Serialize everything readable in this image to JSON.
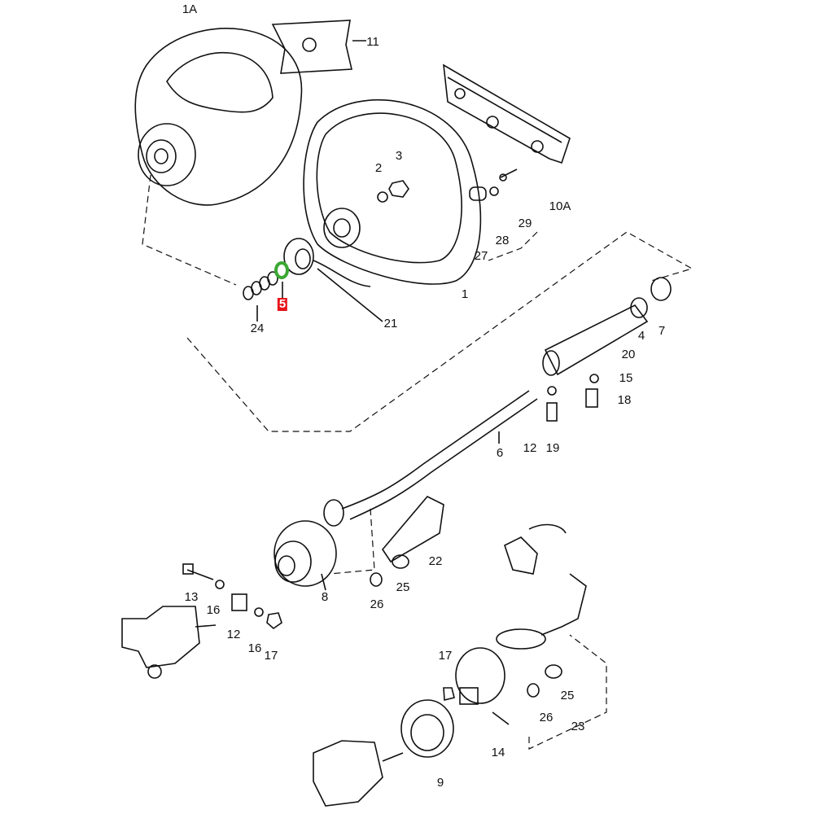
{
  "title": "Steering wheel and steering column exploded parts diagram",
  "highlight": {
    "part": "5",
    "label_bg": "#e8141c",
    "ring_color": "#3aa832"
  },
  "labels": {
    "p1A": "1A",
    "p11": "11",
    "p2": "2",
    "p3": "3",
    "p10A": "10A",
    "p29": "29",
    "p28": "28",
    "p27": "27",
    "p1": "1",
    "p21": "21",
    "p24": "24",
    "p5": "5",
    "p4": "4",
    "p7": "7",
    "p20": "20",
    "p15": "15",
    "p18": "18",
    "p6": "6",
    "p12a": "12",
    "p19": "19",
    "p22": "22",
    "p25a": "25",
    "p26a": "26",
    "p8": "8",
    "p13": "13",
    "p16a": "16",
    "p12b": "12",
    "p16b": "16",
    "p17a": "17",
    "p17b": "17",
    "p25b": "25",
    "p26b": "26",
    "p23": "23",
    "p14": "14",
    "p9": "9"
  }
}
